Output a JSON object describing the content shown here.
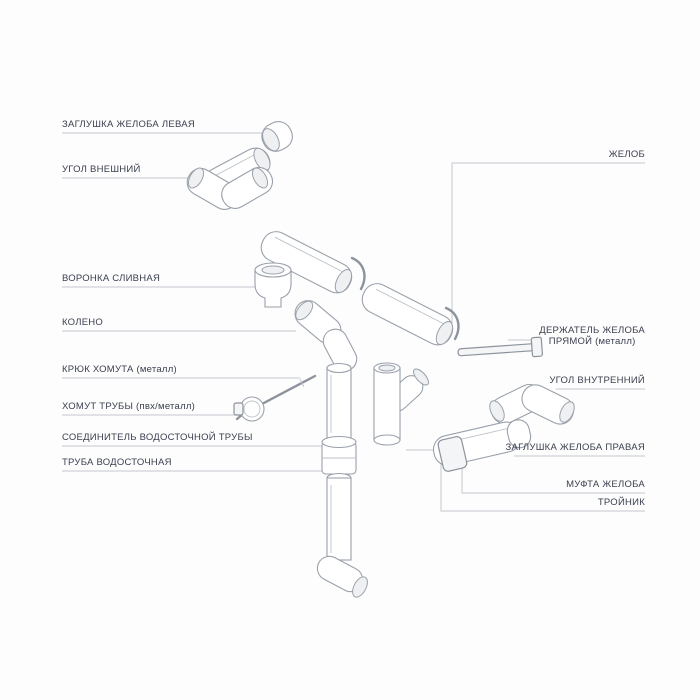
{
  "colors": {
    "background": "#fdfdfd",
    "label_text": "#3a3f4e",
    "leader_line": "#c5c8cd",
    "drawing_stroke": "#9aa1ab",
    "drawing_fill": "#ffffff"
  },
  "labels": {
    "left": [
      {
        "id": "gutter-endcap-left",
        "text": "ЗАГЛУШКА ЖЕЛОБА ЛЕВАЯ"
      },
      {
        "id": "corner-outer",
        "text": "УГОЛ ВНЕШНИЙ"
      },
      {
        "id": "drain-funnel",
        "text": "ВОРОНКА СЛИВНАЯ"
      },
      {
        "id": "elbow",
        "text": "КОЛЕНО"
      },
      {
        "id": "clamp-hook-metal",
        "text": "КРЮК ХОМУТА (металл)"
      },
      {
        "id": "pipe-clamp",
        "text": "ХОМУТ ТРУБЫ (пвх/металл)"
      },
      {
        "id": "downpipe-connector",
        "text": "СОЕДИНИТЕЛЬ ВОДОСТОЧНОЙ ТРУБЫ"
      },
      {
        "id": "downpipe",
        "text": "ТРУБА ВОДОСТОЧНАЯ"
      }
    ],
    "right": [
      {
        "id": "gutter",
        "text": "ЖЕЛОБ"
      },
      {
        "id": "gutter-holder-straight",
        "line1": "ДЕРЖАТЕЛЬ ЖЕЛОБА",
        "line2": "ПРЯМОЙ (металл)"
      },
      {
        "id": "corner-inner",
        "text": "УГОЛ ВНУТРЕННИЙ"
      },
      {
        "id": "gutter-endcap-right",
        "text": "ЗАГЛУШКА ЖЕЛОБА ПРАВАЯ"
      },
      {
        "id": "gutter-coupling",
        "text": "МУФТА ЖЕЛОБА"
      },
      {
        "id": "tee",
        "text": "ТРОЙНИК"
      }
    ]
  }
}
